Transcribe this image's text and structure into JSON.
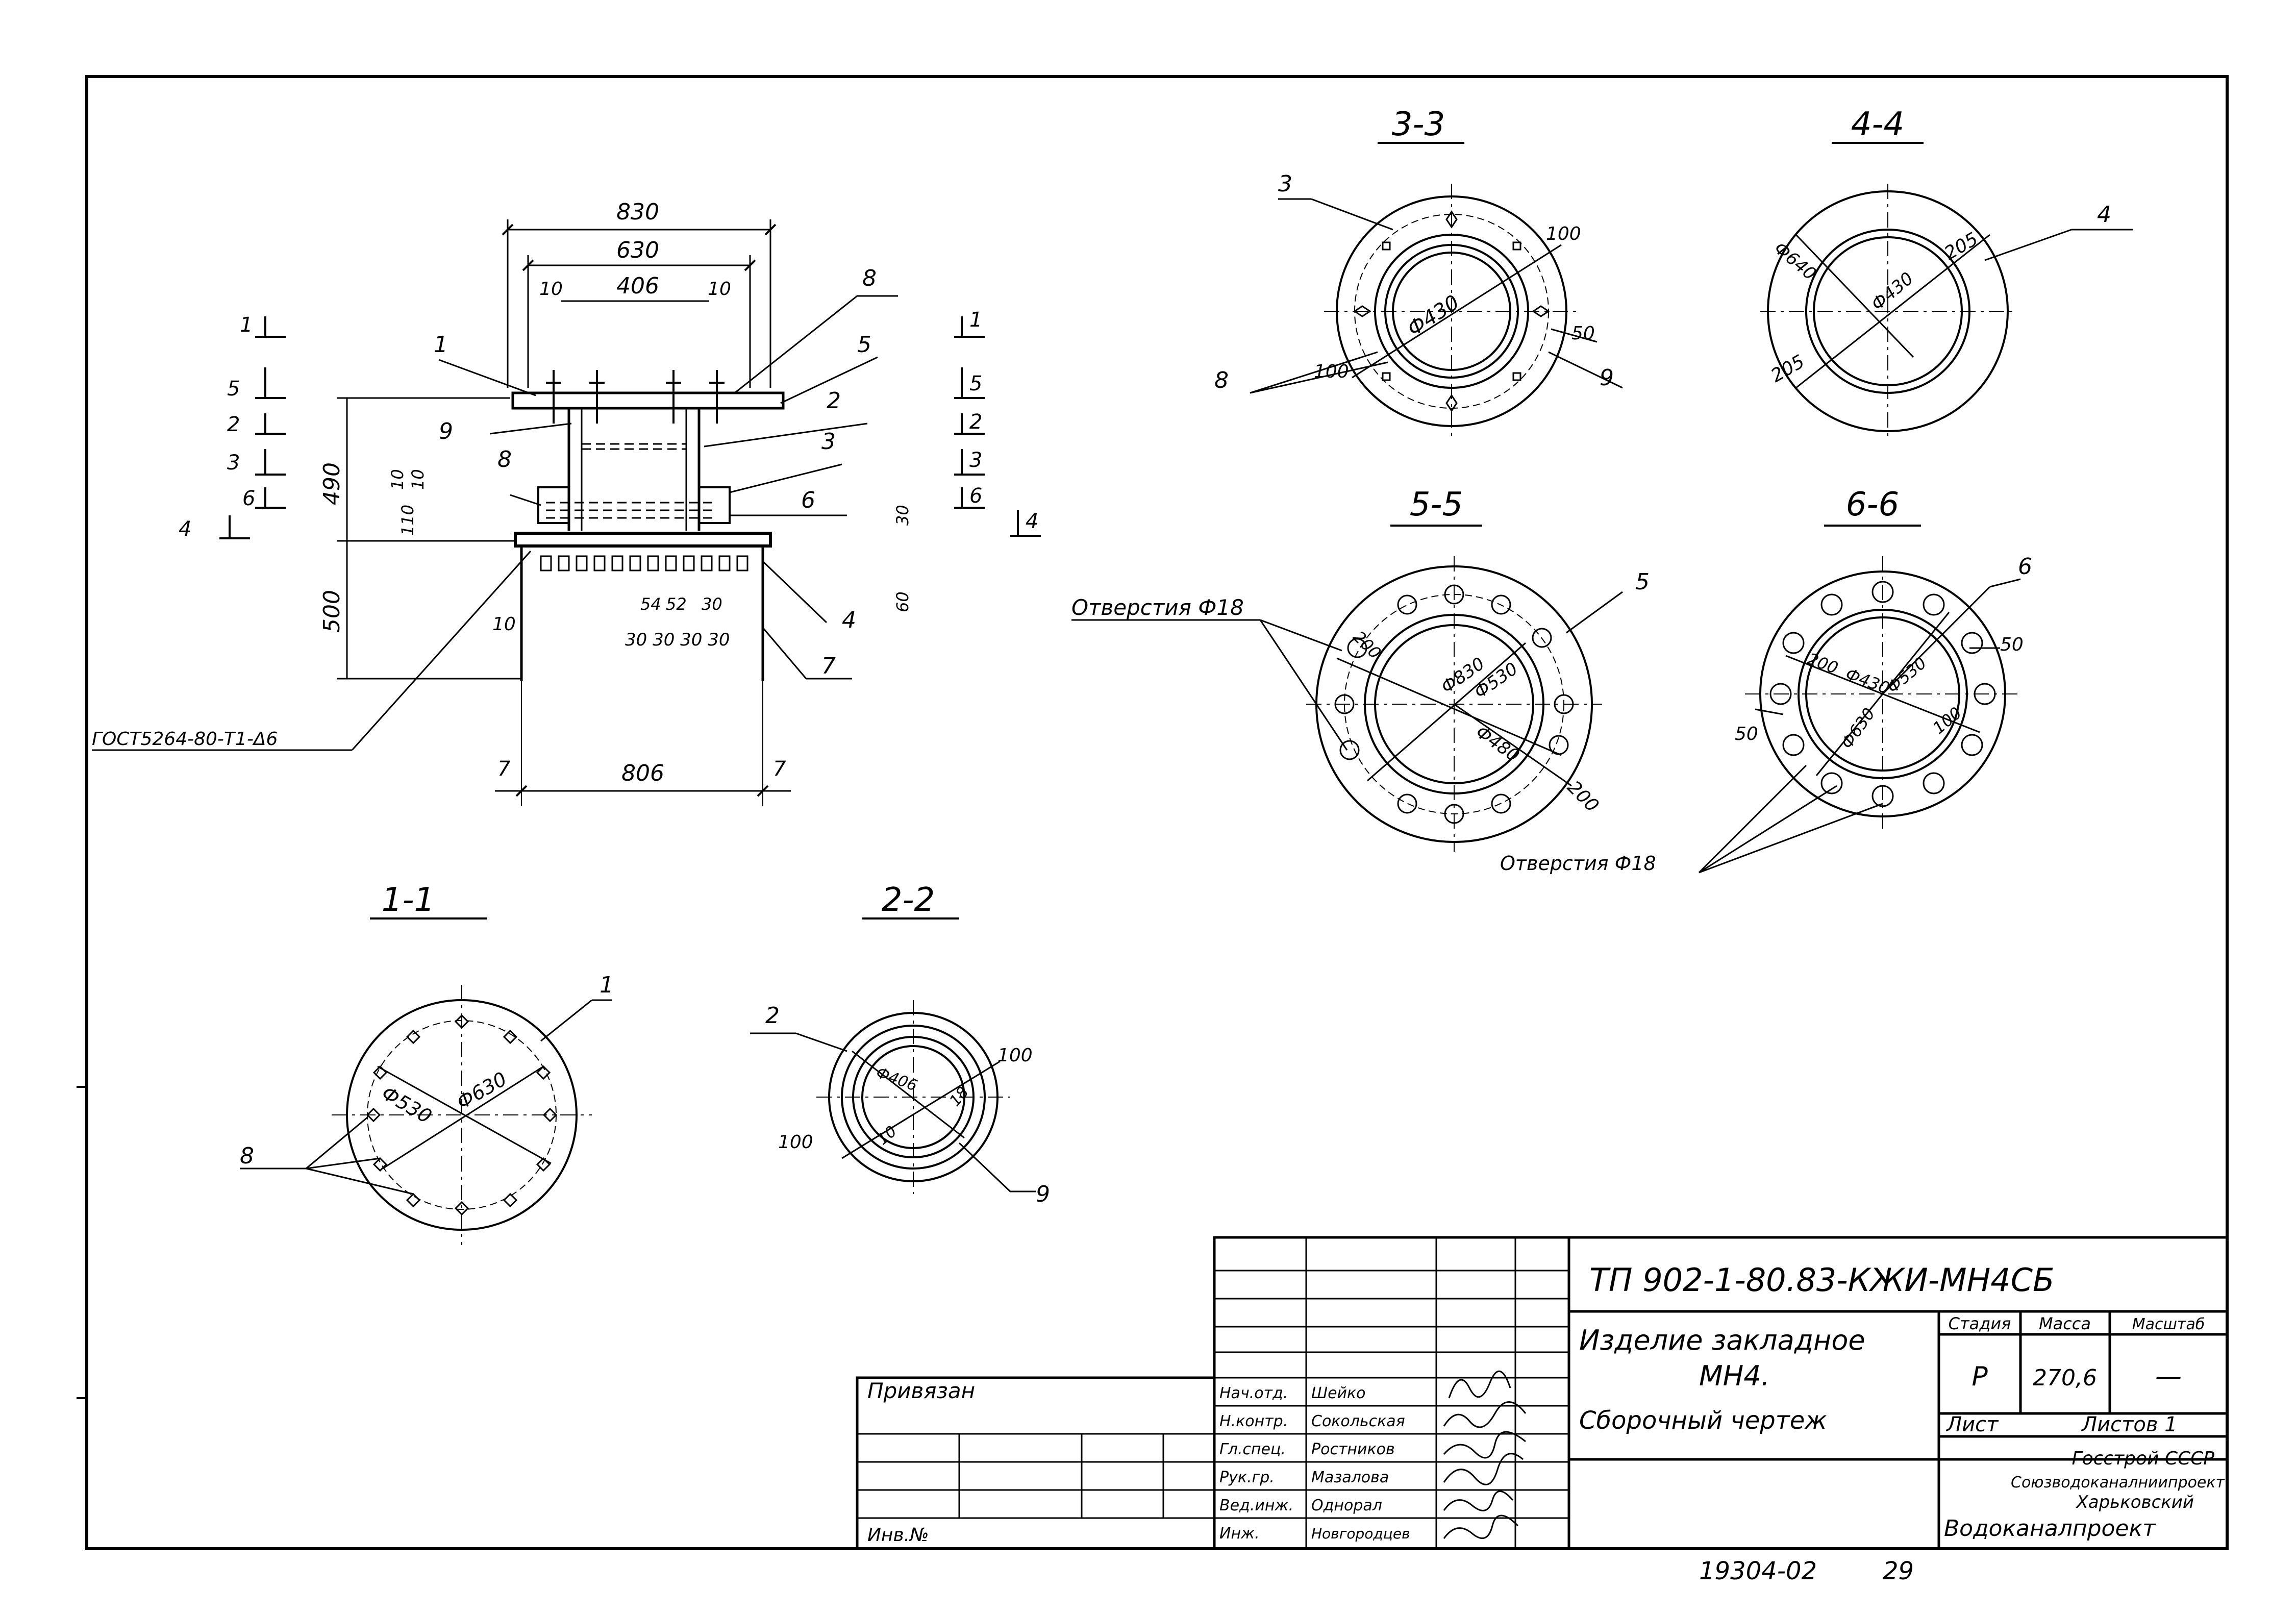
{
  "sections": {
    "s33": "3-3",
    "s44": "4-4",
    "s55": "5-5",
    "s66": "6-6",
    "s11": "1-1",
    "s22": "2-2"
  },
  "elevation": {
    "dims": {
      "d830": "830",
      "d630": "630",
      "d406": "406",
      "d10a": "10",
      "d10b": "10",
      "d490": "490",
      "d500": "500",
      "d806": "806",
      "d7a": "7",
      "d7b": "7",
      "d10c": "10",
      "d10d": "10",
      "d110": "110",
      "d10e": "10",
      "d30a": "30",
      "d60": "60",
      "d30b": "30",
      "d54": "54",
      "d52": "52",
      "d30c": "30",
      "d30s": "30 30 30 30"
    },
    "parts": {
      "p1": "1",
      "p8a": "8",
      "p5": "5",
      "p9": "9",
      "p2": "2",
      "p8b": "8",
      "p3": "3",
      "p6": "6",
      "p4": "4",
      "p7": "7"
    },
    "cuts_left": [
      "1",
      "5",
      "2",
      "3",
      "6"
    ],
    "cuts_right": [
      "1",
      "5",
      "2",
      "3",
      "6"
    ],
    "cut4_left": "4",
    "cut4_right": "4",
    "weld_note": "ГОСТ5264-80-Т1-Δ6"
  },
  "sec33": {
    "d430": "Ф430",
    "d100a": "100",
    "d100b": "100",
    "d50": "50",
    "p3": "3",
    "p8": "8",
    "p9": "9"
  },
  "sec44": {
    "d640": "Ф640",
    "d430": "Ф430",
    "d205a": "205",
    "d205b": "205",
    "p4": "4"
  },
  "sec55": {
    "d830": "Ф830",
    "d530": "Ф530",
    "d480": "Ф480",
    "d200a": "200",
    "d200b": "200",
    "p5": "5",
    "holes": "Отверстия Ф18"
  },
  "sec66": {
    "d630": "Ф630",
    "d430": "Ф430",
    "d530": "Ф530",
    "d200": "200",
    "d100": "100",
    "d50a": "50",
    "d50b": "50",
    "p6": "6",
    "holes": "Отверстия Ф18"
  },
  "sec11": {
    "d530": "Ф530",
    "d630": "Ф630",
    "p1": "1",
    "p8": "8"
  },
  "sec22": {
    "d406": "Ф406",
    "d100a": "100",
    "d100b": "100",
    "d10": "10",
    "d18": "18",
    "p2": "2",
    "p9": "9"
  },
  "title_block": {
    "doc_code": "ТП 902-1-80.83-КЖИ-МН4СБ",
    "name_line1": "Изделие закладное",
    "name_line2": "МН4.",
    "name_line3": "Сборочный чертеж",
    "col_stage": "Стадия",
    "col_mass": "Масса",
    "col_scale": "Масштаб",
    "stage": "Р",
    "mass": "270,6",
    "scale": "—",
    "sheet_label": "Лист",
    "sheets_label": "Листов 1",
    "org1": "Госстрой СССР",
    "org2": "Союзводоканалниипроект",
    "org3": "Харьковский",
    "org4": "Водоканалпроект",
    "privyazan": "Привязан",
    "inv": "Инв.№",
    "signers": [
      {
        "role": "Нач.отд.",
        "name": "Шейко"
      },
      {
        "role": "Н.контр.",
        "name": "Сокольская"
      },
      {
        "role": "Гл.спец.",
        "name": "Ростников"
      },
      {
        "role": "Рук.гр.",
        "name": "Мазалова"
      },
      {
        "role": "Вед.инж.",
        "name": "Однорал"
      },
      {
        "role": "Инж.",
        "name": "Новгородцев"
      }
    ],
    "archive_no": "19304-02",
    "page_no": "29"
  }
}
